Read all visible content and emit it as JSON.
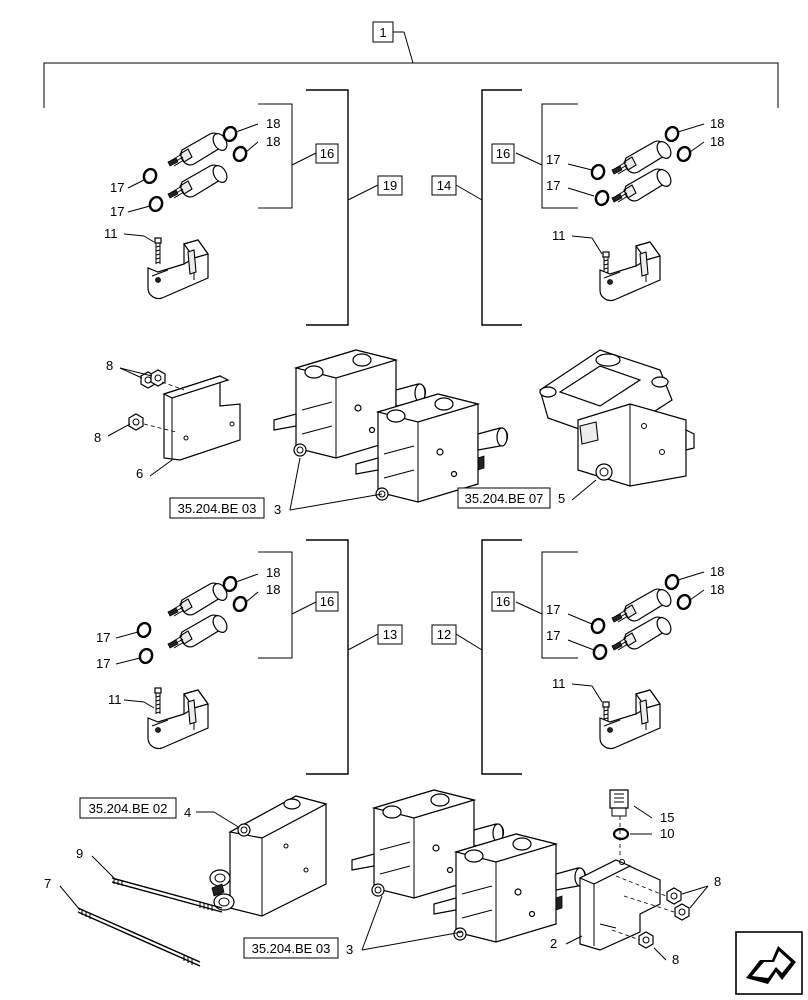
{
  "assembly_label": "1",
  "boxed_labels": {
    "b16_tl": "16",
    "b19": "19",
    "b14": "14",
    "b16_tr": "16",
    "b16_bl": "16",
    "b13": "13",
    "b12": "12",
    "b16_br": "16"
  },
  "references": {
    "ref_be03_mid": "35.204.BE 03",
    "ref_be07": "35.204.BE 07",
    "ref_be02": "35.204.BE 02",
    "ref_be03_bot": "35.204.BE 03"
  },
  "callouts": {
    "c18_tl_a": "18",
    "c18_tl_b": "18",
    "c17_tl_a": "17",
    "c17_tl_b": "17",
    "c11_tl": "11",
    "c18_tr_a": "18",
    "c18_tr_b": "18",
    "c17_tr_a": "17",
    "c17_tr_b": "17",
    "c11_tr": "11",
    "c8_a": "8",
    "c8_b": "8",
    "c6": "6",
    "c3_mid": "3",
    "c5": "5",
    "c18_bl_a": "18",
    "c18_bl_b": "18",
    "c17_bl_a": "17",
    "c17_bl_b": "17",
    "c11_bl": "11",
    "c18_br_a": "18",
    "c18_br_b": "18",
    "c17_br_a": "17",
    "c17_br_b": "17",
    "c11_br": "11",
    "c4": "4",
    "c9": "9",
    "c7": "7",
    "c3_bot": "3",
    "c15": "15",
    "c10": "10",
    "c8_c": "8",
    "c2": "2",
    "c8_d": "8"
  },
  "icons": {
    "nav_arrow": "next-page-arrow-icon"
  }
}
